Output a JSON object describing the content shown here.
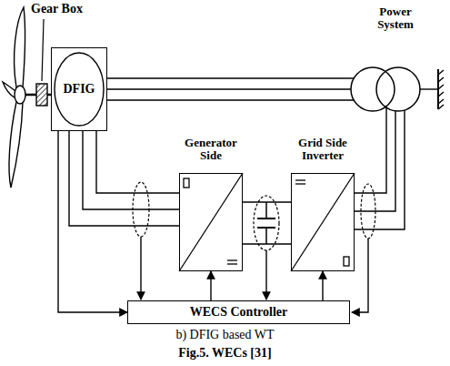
{
  "diagram": {
    "caption": "Fig.5. WECs [31]",
    "nodes": [
      {
        "text": [
          "DFIG"
        ]
      },
      {
        "text": [
          "Power System"
        ]
      },
      {
        "text": [
          "Generator Side"
        ]
      },
      {
        "text": [
          "Grid Side Inverter"
        ]
      },
      {
        "text": [
          "WECS Controller"
        ]
      }
    ],
    "edges": [
      {
        "from": 0,
        "to": 1,
        "arrow": "none"
      },
      {
        "from": 0,
        "to": 2,
        "arrow": "none"
      },
      {
        "from": 2,
        "to": 3,
        "arrow": "none"
      },
      {
        "from": 3,
        "to": 1,
        "arrow": "none"
      },
      {
        "from": 0,
        "to": 4,
        "arrow": "to"
      },
      {
        "from": 4,
        "to": 2,
        "arrow": "to"
      },
      {
        "from": 4,
        "to": 3,
        "arrow": "to"
      }
    ],
    "labels": [
      "Gear Box",
      "b) DFIG based WT"
    ]
  }
}
